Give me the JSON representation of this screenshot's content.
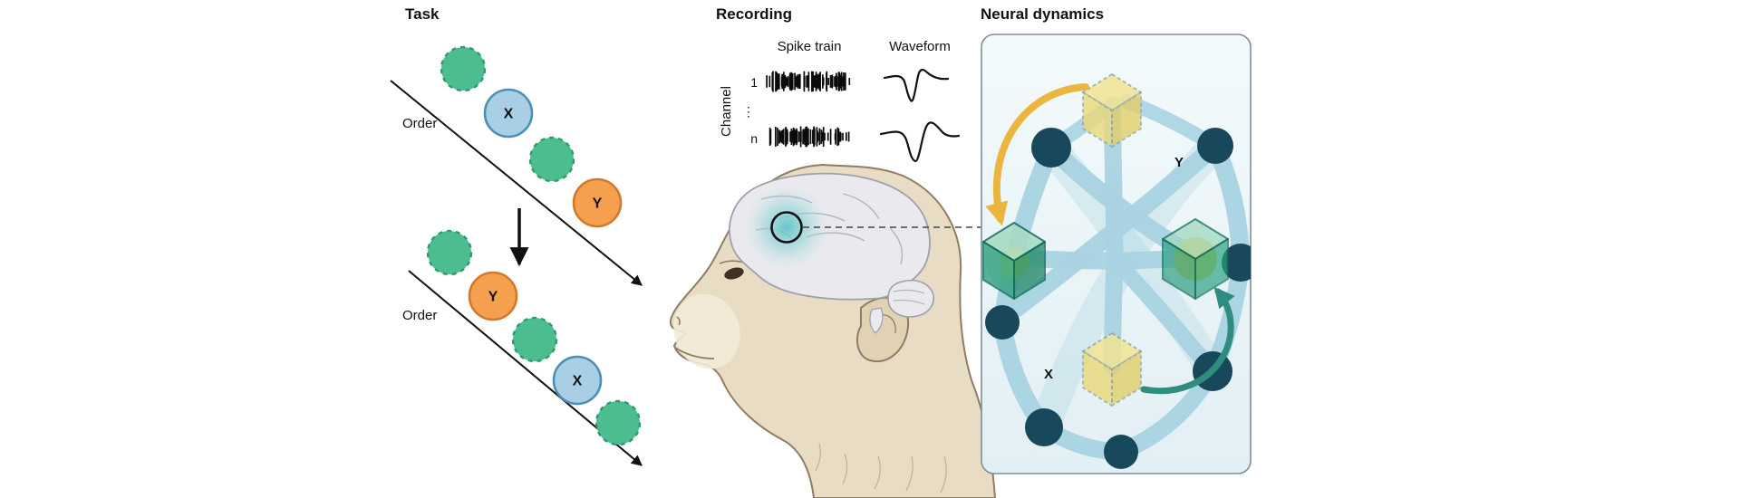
{
  "panels": {
    "task": {
      "title": "Task",
      "order_label": "Order",
      "item_x": "X",
      "item_y": "Y"
    },
    "recording": {
      "title": "Recording",
      "spike_train_label": "Spike train",
      "waveform_label": "Waveform",
      "channel_axis_label": "Channel",
      "channel_first": "1",
      "channel_ellipsis": "⋮",
      "channel_last": "n"
    },
    "neural_dynamics": {
      "title": "Neural dynamics",
      "label_x": "X",
      "label_y": "Y"
    }
  },
  "colors": {
    "item_green": "#4cbd8f",
    "item_blue": "#a9cfe5",
    "item_orange": "#f5a04e",
    "node_navy": "#17485c",
    "ribbon_blue": "#a9d3e1",
    "panel_background": "#e9f4f7",
    "cube_yellow": "#ead978",
    "cube_green": "#2f9e80",
    "arrow_yellow": "#eab640",
    "arrow_teal": "#2f8d80",
    "monkey_skin": "#e9dcc4",
    "brain_gray": "#e9e9ee",
    "highlight_teal": "#6cc7cb"
  }
}
